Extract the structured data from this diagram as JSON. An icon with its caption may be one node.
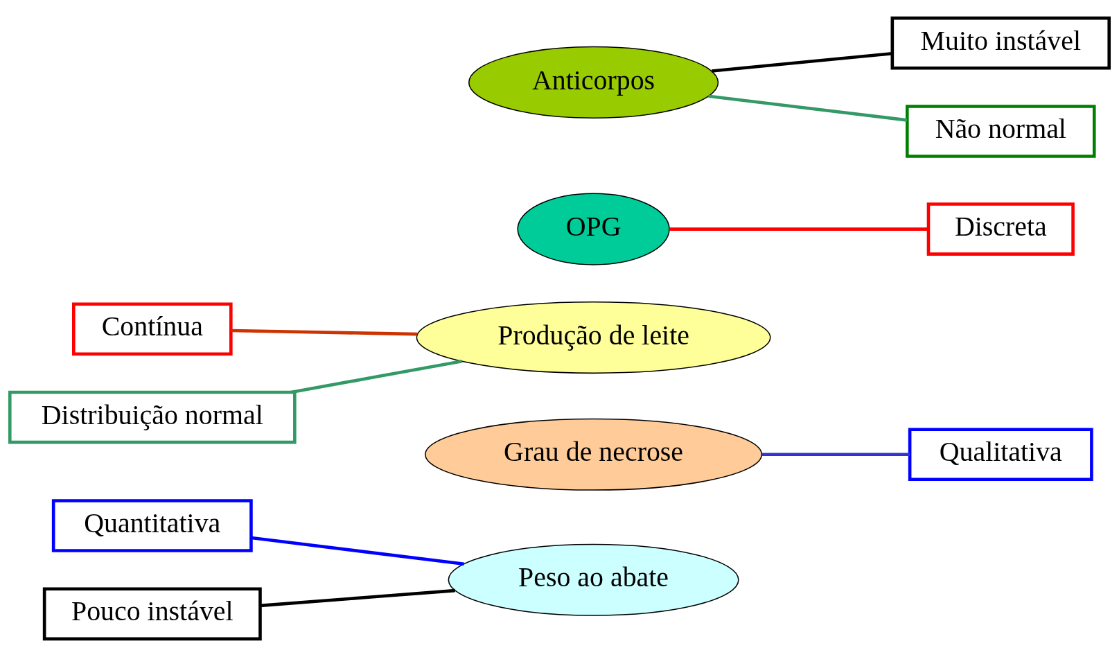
{
  "diagram": {
    "nodes": [
      {
        "text": [
          "Quantitativa"
        ]
      },
      {
        "text": [
          "Peso ao abate"
        ]
      },
      {
        "text": [
          "Qualitativa"
        ]
      },
      {
        "text": [
          "Produção de leite"
        ]
      },
      {
        "text": [
          "Contínua"
        ]
      },
      {
        "text": [
          "Discreta"
        ]
      },
      {
        "text": [
          "OPG"
        ]
      },
      {
        "text": [
          "Pouco instável"
        ]
      },
      {
        "text": [
          "Muito instável"
        ]
      },
      {
        "text": [
          "Anticorpos"
        ]
      },
      {
        "text": [
          "Distribuição normal"
        ]
      },
      {
        "text": [
          "Não normal"
        ]
      },
      {
        "text": [
          "Grau de necrose"
        ]
      }
    ],
    "edges": [
      {
        "from": 0,
        "to": 1,
        "arrow": "none",
        "color": "#0000ff"
      },
      {
        "from": 7,
        "to": 1,
        "arrow": "none",
        "color": "#000000"
      },
      {
        "from": 4,
        "to": 3,
        "arrow": "none",
        "color": "#cc3300"
      },
      {
        "from": 10,
        "to": 3,
        "arrow": "none",
        "color": "#339966"
      },
      {
        "from": 6,
        "to": 5,
        "arrow": "none",
        "color": "#ff0000"
      },
      {
        "from": 12,
        "to": 2,
        "arrow": "none",
        "color": "#3333cc"
      },
      {
        "from": 9,
        "to": 8,
        "arrow": "none",
        "color": "#000000"
      },
      {
        "from": 9,
        "to": 11,
        "arrow": "none",
        "color": "#339966"
      }
    ]
  }
}
